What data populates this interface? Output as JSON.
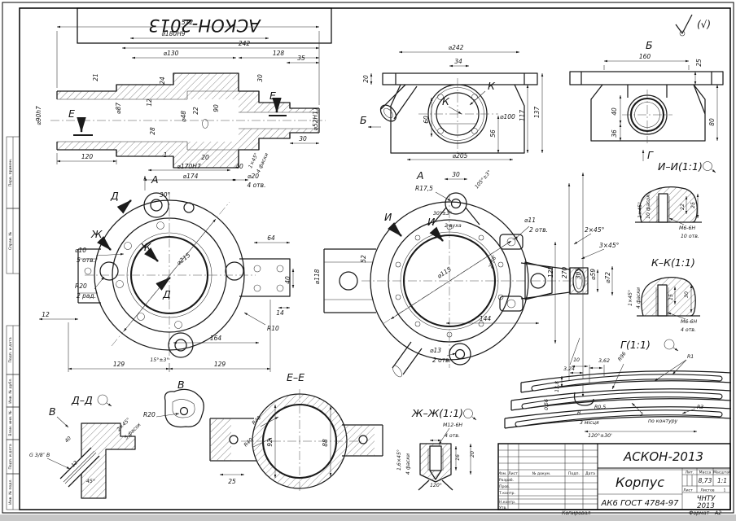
{
  "page": {
    "stamp": "АСКОН-2013",
    "roughness": "(√)",
    "footer": {
      "copied": "Копировал",
      "format_label": "Формат",
      "format_value": "А2"
    }
  },
  "margin_labels": [
    "Перв. примен.",
    "Справ. №",
    "Подп. и дата",
    "Инв. № дубл.",
    "Взам. инв. №",
    "Подп. и дата",
    "Инв. № подл."
  ],
  "views": {
    "section_main": {
      "labels": [
        "512",
        "⌀180Н9",
        "242",
        "128",
        "⌀130",
        "21",
        "24",
        "12",
        "⌀87",
        "⌀48",
        "22",
        "90",
        "28",
        "⌀90h7",
        "120",
        "1",
        "20",
        "⌀170Н7",
        "⌀174",
        "40",
        "1×45°",
        "4 фаски",
        "⌀20",
        "4 отв.",
        "30",
        "35",
        "⌀52Н11",
        "30",
        "Е",
        "Е"
      ]
    },
    "front": {
      "label_b": "Б",
      "dims": [
        "⌀242",
        "34",
        "К",
        "К",
        "⌀100",
        "20",
        "60",
        "117",
        "137",
        "56",
        "⌀205"
      ]
    },
    "view_b": {
      "title": "Б",
      "dims": [
        "160",
        "25",
        "40",
        "36",
        "80"
      ],
      "label_g": "Г"
    },
    "view_bottom_left": {
      "label_a": "А",
      "angle": "30°",
      "label_d": "Д",
      "label_d2": "Д",
      "label_zh": "Ж",
      "label_zh2": "Ж",
      "dims": [
        "⌀10",
        "5 отв.",
        "R20",
        "2 рад.",
        "12",
        "⌀215",
        "64",
        "40",
        "14",
        "R10",
        "164",
        "129",
        "129",
        "15°±3°"
      ]
    },
    "view_a": {
      "title": "А",
      "label_i": "И",
      "label_i2": "И",
      "dims": [
        "30",
        "R17,5",
        "105°±3°",
        "30°±3°",
        "2 вуха",
        "⌀11",
        "2 отв.",
        "52",
        "⌀118",
        "⌀115",
        "2°58'",
        "125",
        "270",
        "305",
        "144",
        "⌀13",
        "2 отв.",
        "2×45°",
        "3×45°",
        "⌀59",
        "⌀72"
      ]
    },
    "detail_ii": {
      "title": "И–И(1:1)",
      "dims": [
        "1×45°",
        "10 фасок",
        "22",
        "25",
        "М6-6Н",
        "10 отв."
      ]
    },
    "detail_kk": {
      "title": "К–К(1:1)",
      "dims": [
        "1×45°",
        "4 фаски",
        "15",
        "30",
        "М6-6Н",
        "4 отв."
      ]
    },
    "detail_g": {
      "title": "Г(1:1)",
      "dims": [
        "10",
        "3,62",
        "3,24",
        "R96",
        "13,8",
        "0,56",
        "В",
        "R0,5",
        "3 місця",
        "R1",
        "R3",
        "3",
        "по контуру",
        "120°±30'"
      ]
    },
    "section_dd": {
      "title": "Д–Д",
      "label_v": "В",
      "dims": [
        "2×45°",
        "5 фасок",
        "40",
        "G 3/8″ В",
        "12",
        "45°"
      ]
    },
    "view_v": {
      "title": "В",
      "dims": [
        "R20"
      ]
    },
    "section_ee": {
      "title": "Е–Е",
      "dims": [
        "R40",
        "R40",
        "92",
        "88",
        "25"
      ]
    },
    "detail_zh": {
      "title": "Ж–Ж(1:1)",
      "dims": [
        "М12-6Н",
        "4 отв.",
        "16",
        "20",
        "1,6×45°",
        "4 фаски",
        "120°"
      ]
    }
  },
  "title_block": {
    "org": "АСКОН-2013",
    "part_name": "Корпус",
    "material": "АК6  ГОСТ 4784-97",
    "cols": [
      "Изм.",
      "Лист",
      "№ докум.",
      "Подп.",
      "Дата"
    ],
    "rows": [
      "Разраб.",
      "Пров.",
      "Т.контр.",
      "Н.контр.",
      "Утв."
    ],
    "lit_label": "Лит.",
    "mass_label": "Масса",
    "scale_label": "Масштаб",
    "mass": "8,73",
    "scale": "1:1",
    "sheet_label": "Лист",
    "sheets_label": "Листов",
    "sheets": "1",
    "org2_line1": "ЧНТУ",
    "org2_line2": "2013"
  }
}
